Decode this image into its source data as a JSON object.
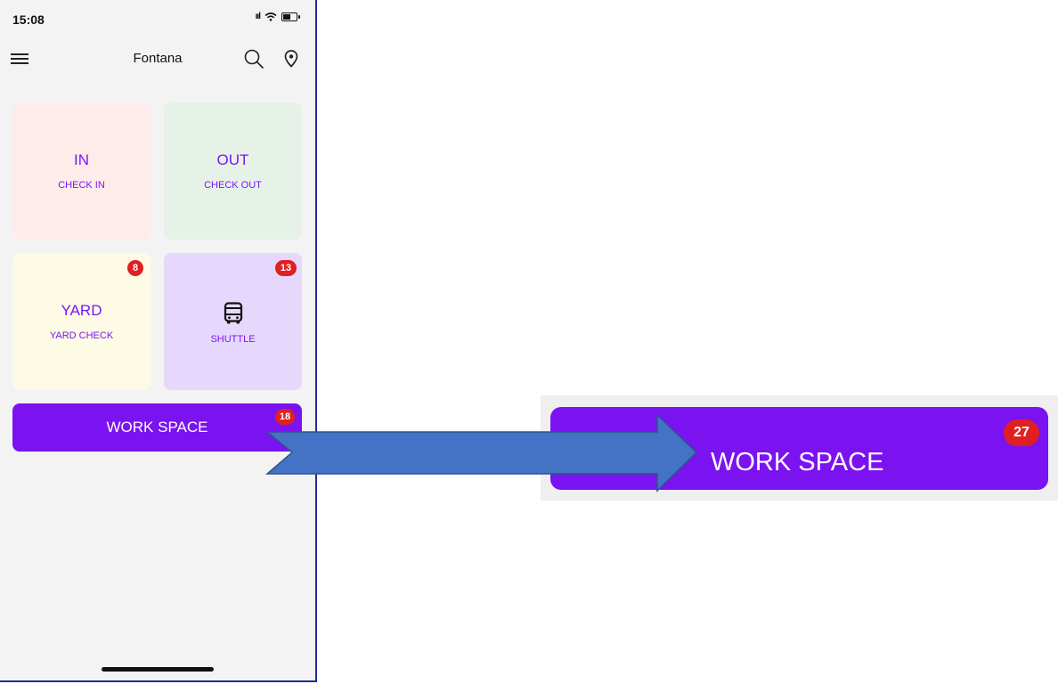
{
  "status_bar": {
    "time": "15:08",
    "signal": "ııl"
  },
  "nav": {
    "title": "Fontana"
  },
  "tiles": {
    "in": {
      "title": "IN",
      "subtitle": "CHECK IN"
    },
    "out": {
      "title": "OUT",
      "subtitle": "CHECK OUT"
    },
    "yard": {
      "title": "YARD",
      "subtitle": "YARD CHECK",
      "badge": "8"
    },
    "shuttle": {
      "subtitle": "SHUTTLE",
      "badge": "13",
      "icon": "bus-icon"
    }
  },
  "workspace": {
    "label": "WORK SPACE",
    "badge": "18"
  },
  "zoom": {
    "label": "WORK SPACE",
    "badge": "27"
  },
  "colors": {
    "accent": "#7b12f0",
    "badge": "#e02020",
    "arrow_fill": "#4472c4",
    "arrow_stroke": "#2f528f",
    "tile_in": "#fdecea",
    "tile_out": "#e6f2e8",
    "tile_yard": "#fdfbe6",
    "tile_shuttle": "#e6d8fc"
  }
}
